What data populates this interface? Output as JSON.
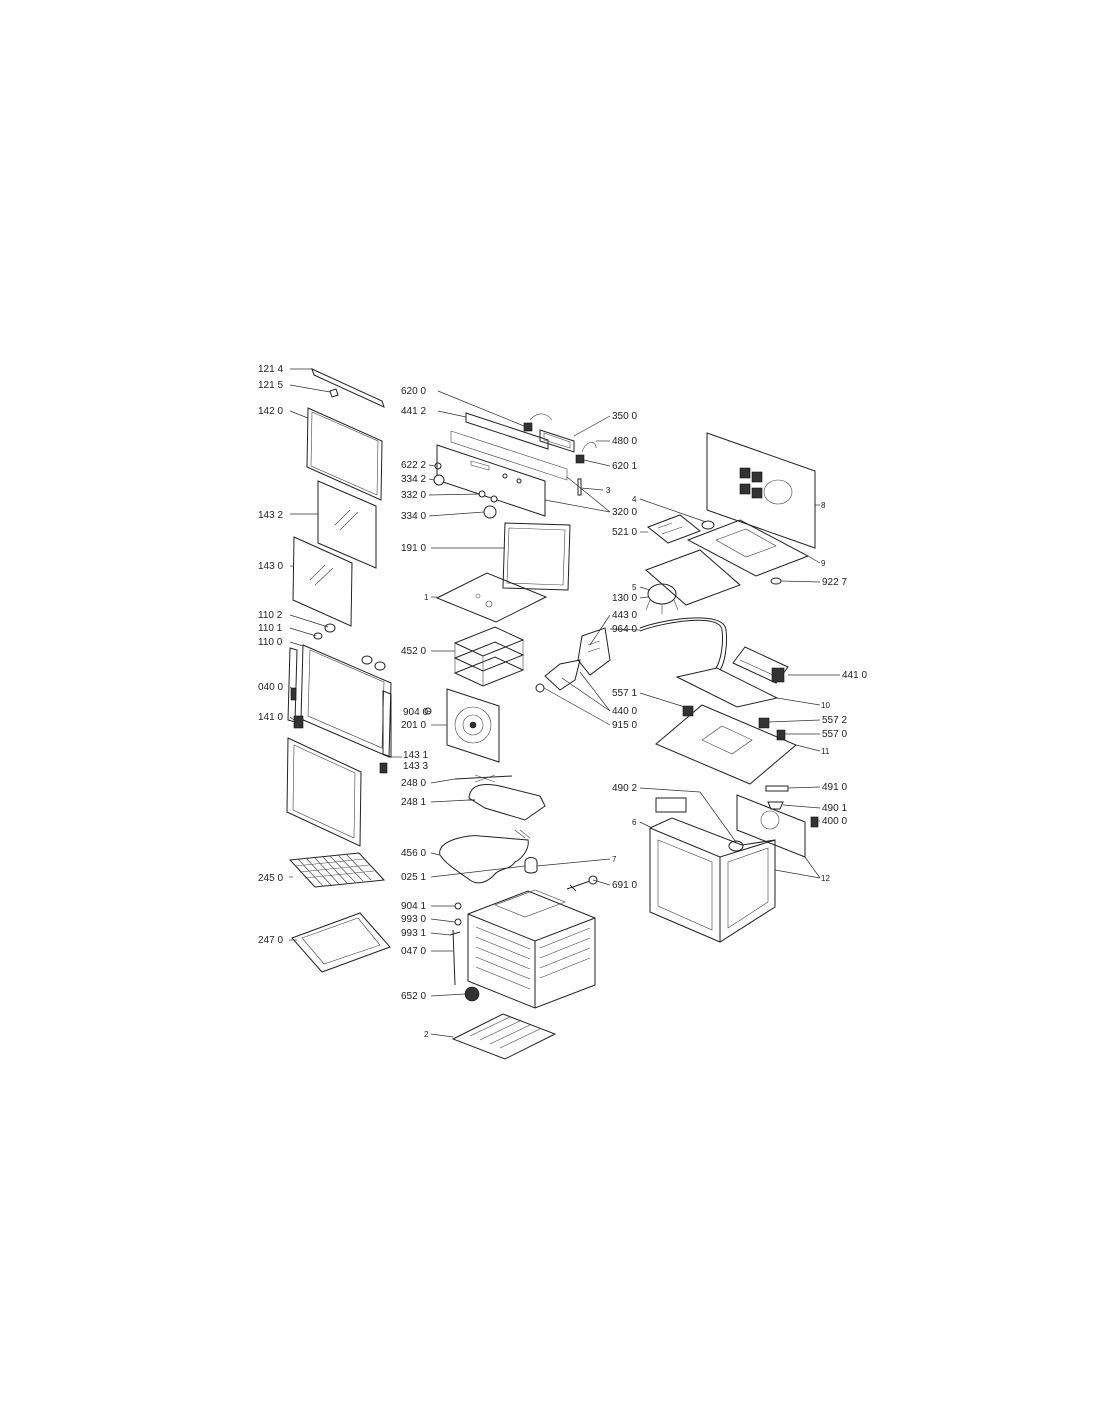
{
  "labels": {
    "l_1214": "121 4",
    "l_1215": "121 5",
    "l_1420": "142 0",
    "l_1432": "143 2",
    "l_1430": "143 0",
    "l_1102": "110 2",
    "l_1101": "110 1",
    "l_1100": "110 0",
    "l_0400": "040 0",
    "l_1410": "141 0",
    "l_1431": "143 1",
    "l_1433": "143 3",
    "l_2450": "245 0",
    "l_2470": "247 0",
    "l_6200": "620 0",
    "l_4412": "441 2",
    "l_6222": "622 2",
    "l_3342": "334 2",
    "l_3320": "332 0",
    "l_3340": "334 0",
    "l_1910": "191 0",
    "l_1": "1",
    "l_4520": "452 0",
    "l_9040": "904 0",
    "l_2010": "201 0",
    "l_2480": "248 0",
    "l_2481": "248 1",
    "l_4560": "456 0",
    "l_0251": "025 1",
    "l_9041": "904 1",
    "l_9930": "993 0",
    "l_9931": "993 1",
    "l_0470": "047 0",
    "l_6520": "652 0",
    "l_2": "2",
    "l_3500": "350 0",
    "l_4800": "480 0",
    "l_6201": "620 1",
    "l_3": "3",
    "l_3200": "320 0",
    "l_4": "4",
    "l_5210": "521 0",
    "l_5": "5",
    "l_1300": "130 0",
    "l_4430": "443 0",
    "l_9640": "964 0",
    "l_4400": "440 0",
    "l_9150": "915 0",
    "l_7": "7",
    "l_6910": "691 0",
    "l_8": "8",
    "l_9": "9",
    "l_9227": "922 7",
    "l_4410": "441 0",
    "l_5571": "557 1",
    "l_10": "10",
    "l_5572": "557 2",
    "l_5570": "557 0",
    "l_11": "11",
    "l_4910": "491 0",
    "l_4902": "490 2",
    "l_4901": "490 1",
    "l_6": "6",
    "l_4000": "400 0",
    "l_12": "12"
  }
}
